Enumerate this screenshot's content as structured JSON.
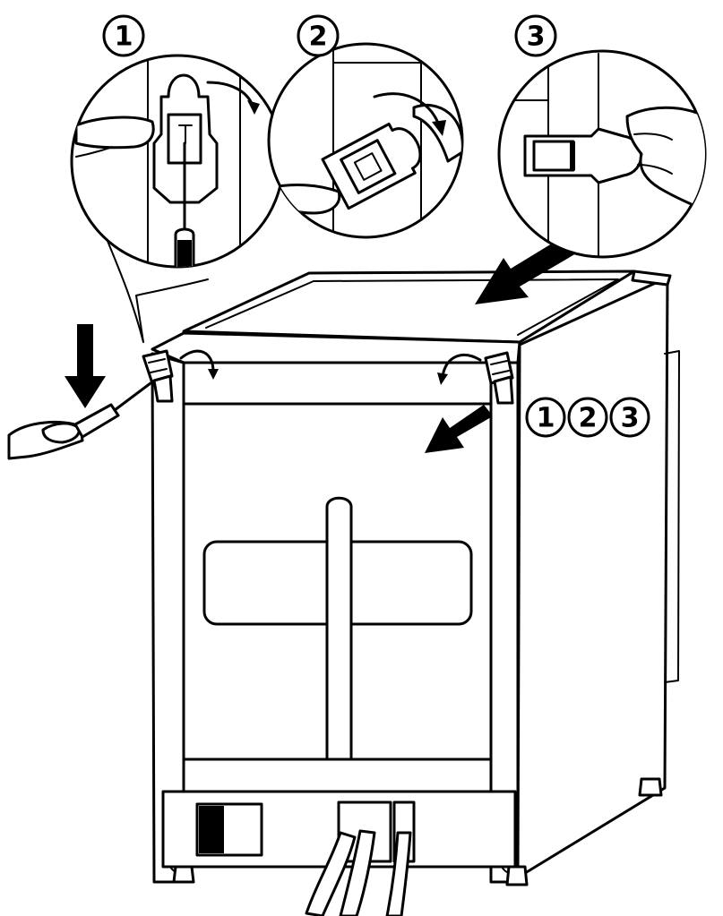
{
  "steps": [
    {
      "label": "1"
    },
    {
      "label": "2"
    },
    {
      "label": "3"
    }
  ],
  "side_sequence": [
    {
      "label": "1"
    },
    {
      "label": "2"
    },
    {
      "label": "3"
    }
  ]
}
